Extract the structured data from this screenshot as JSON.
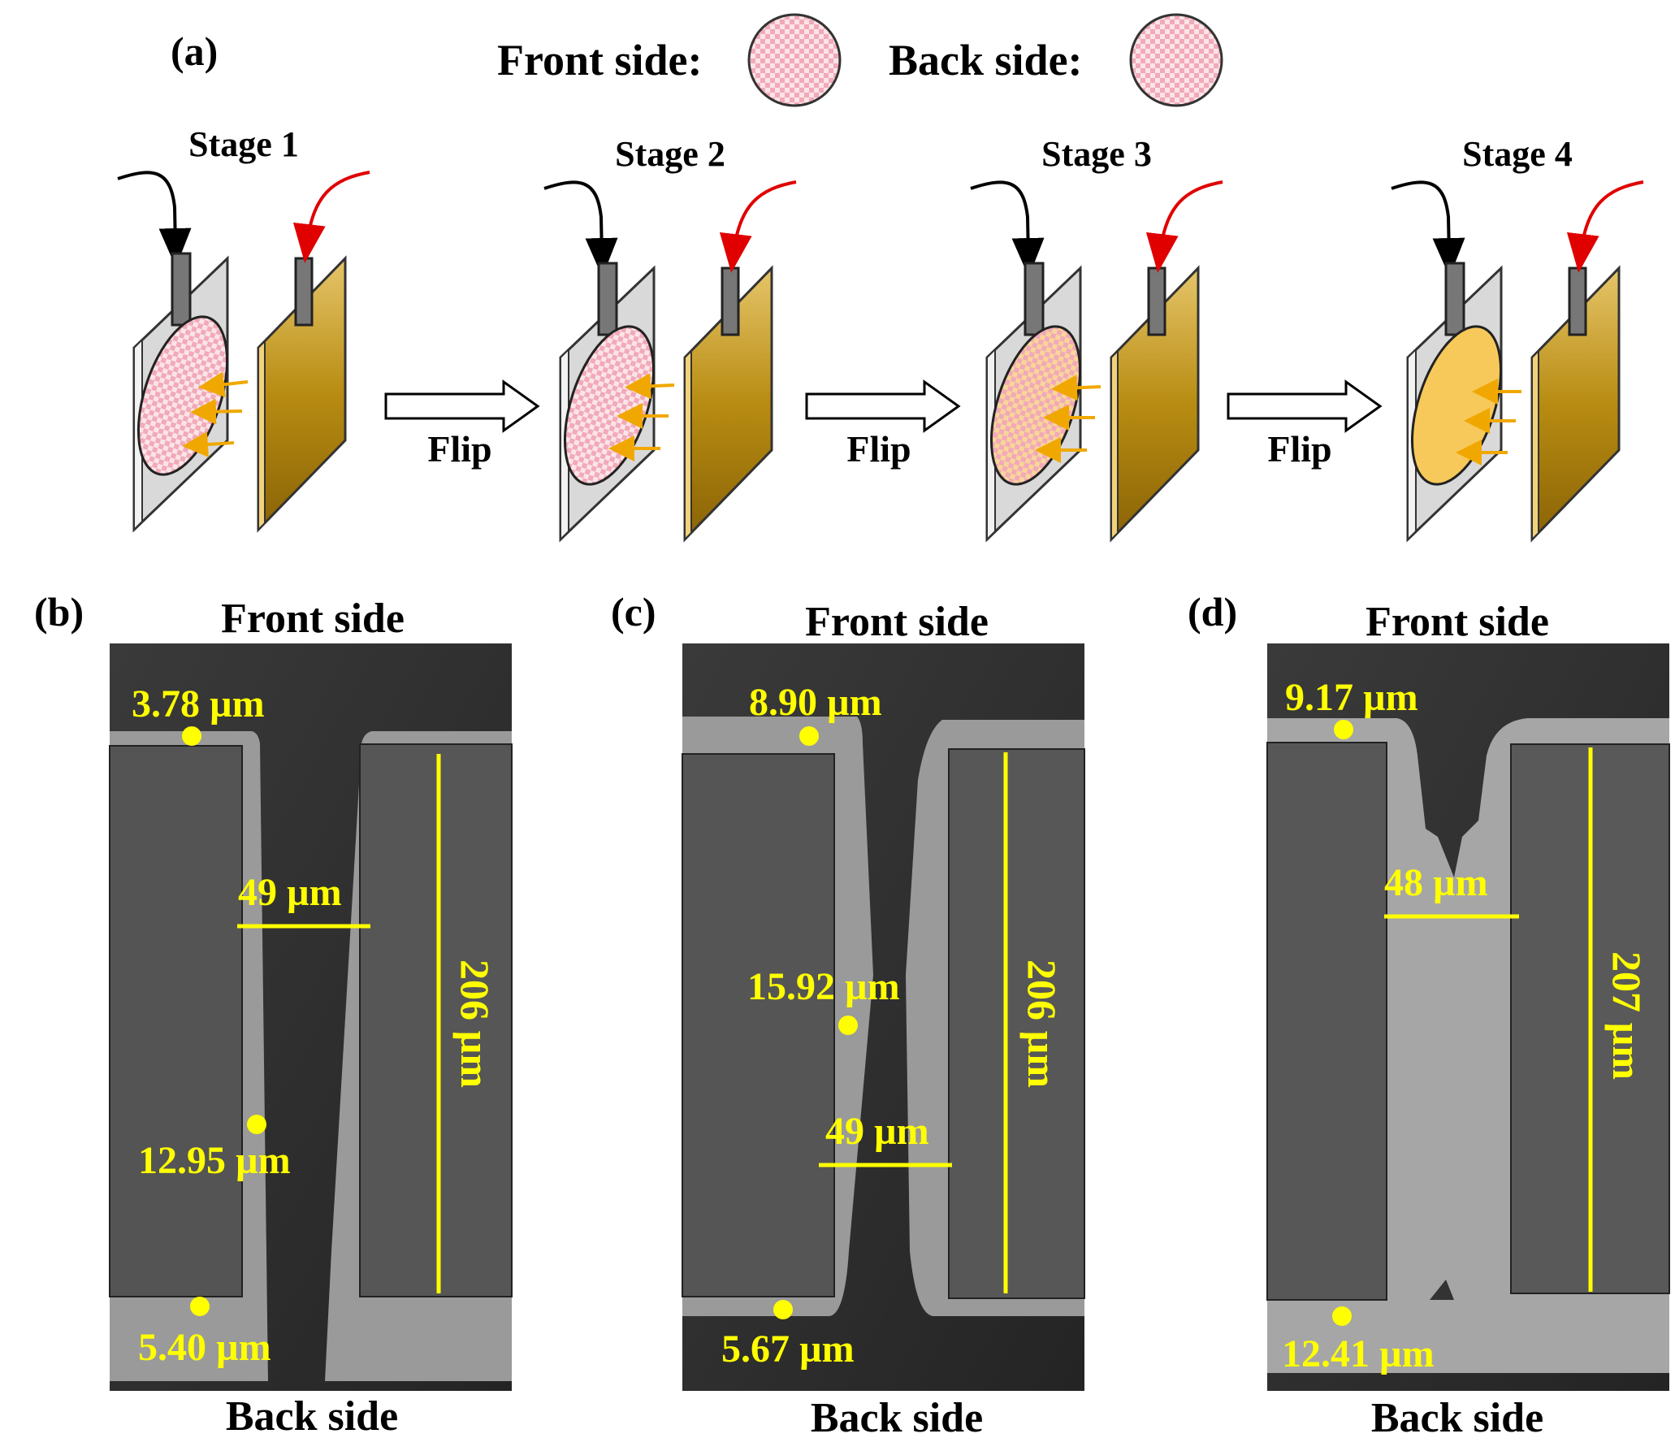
{
  "panel_a": {
    "label": "(a)",
    "legend": {
      "front": "Front side:",
      "back": "Back side:"
    },
    "stages": [
      "Stage 1",
      "Stage 2",
      "Stage 3",
      "Stage 4"
    ],
    "flip": "Flip"
  },
  "panels": [
    {
      "label": "(b)",
      "top": "Front side",
      "bottom": "Back side",
      "m_top": "3.78 µm",
      "m_mid": "12.95 µm",
      "m_bot": "5.40 µm",
      "width": "49 µm",
      "height": "206 µm"
    },
    {
      "label": "(c)",
      "top": "Front side",
      "bottom": "Back side",
      "m_top": "8.90 µm",
      "m_mid": "15.92 µm",
      "m_bot": "5.67 µm",
      "width": "49 µm",
      "height": "206 µm"
    },
    {
      "label": "(d)",
      "top": "Front side",
      "bottom": "Back side",
      "m_top": "9.17 µm",
      "m_bot": "12.41 µm",
      "width": "48 µm",
      "height": "207 µm"
    }
  ],
  "colors": {
    "copper": "#b48a0f",
    "pink": "#f4c8d0",
    "filled": "#f7c95a",
    "annotation": "#ffff00",
    "sem_dark": "#2e2e2e"
  }
}
